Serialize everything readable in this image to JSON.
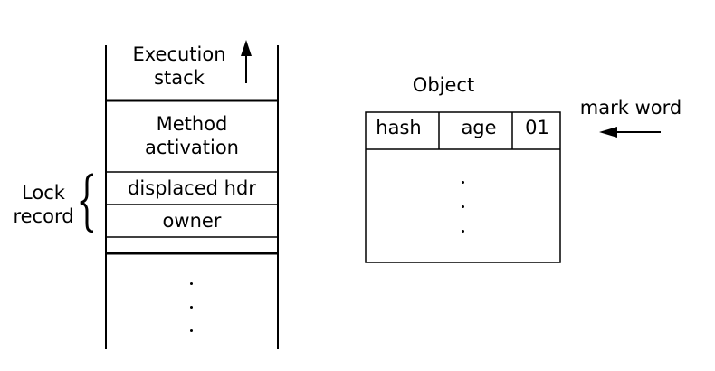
{
  "stack": {
    "execution_stack_line1": "Execution",
    "execution_stack_line2": "stack",
    "method_activation_line1": "Method",
    "method_activation_line2": "activation",
    "displaced_hdr": "displaced hdr",
    "owner": "owner"
  },
  "lock_record": {
    "line1": "Lock",
    "line2": "record"
  },
  "object": {
    "title": "Object",
    "hash": "hash",
    "age": "age",
    "bits": "01"
  },
  "mark_word": {
    "label": "mark word"
  }
}
